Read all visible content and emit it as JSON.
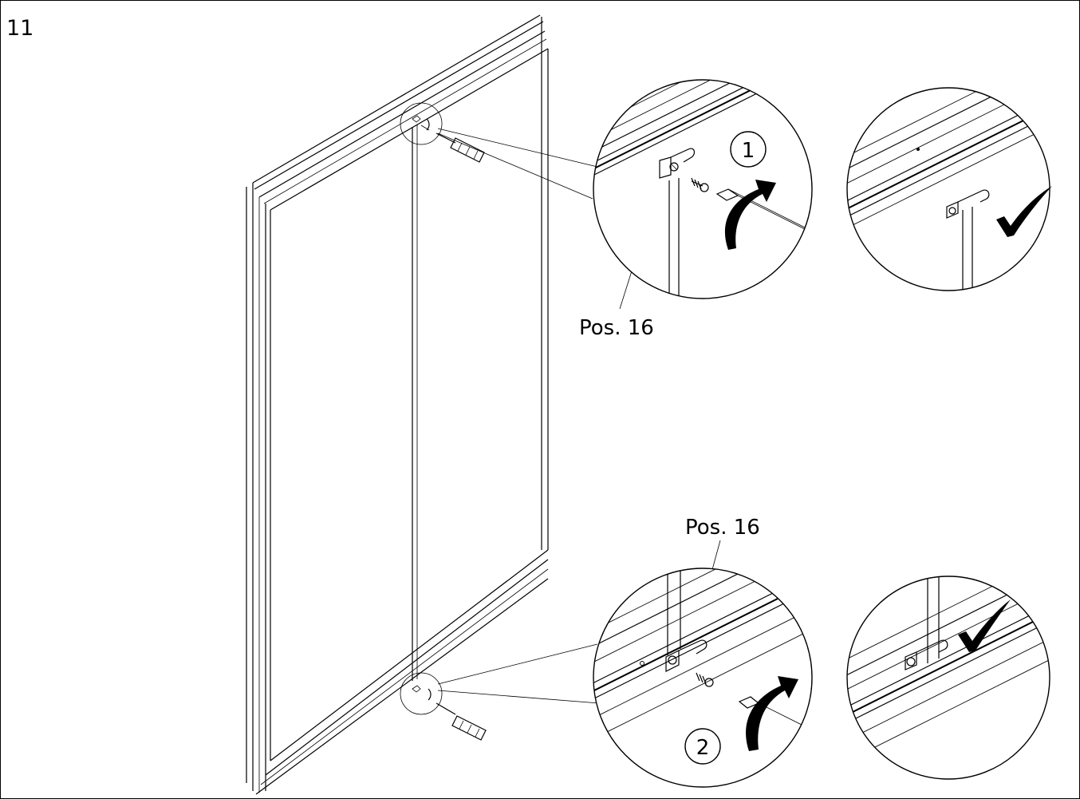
{
  "step": {
    "number": "11"
  },
  "callouts": {
    "top_label": "Pos. 16",
    "bottom_label": "Pos. 16"
  },
  "badges": [
    {
      "label": "1"
    },
    {
      "label": "2"
    }
  ],
  "icons": [
    "screwdriver-icon",
    "screw-icon",
    "rotate-arrow-icon",
    "checkmark-icon",
    "bracket-icon"
  ]
}
